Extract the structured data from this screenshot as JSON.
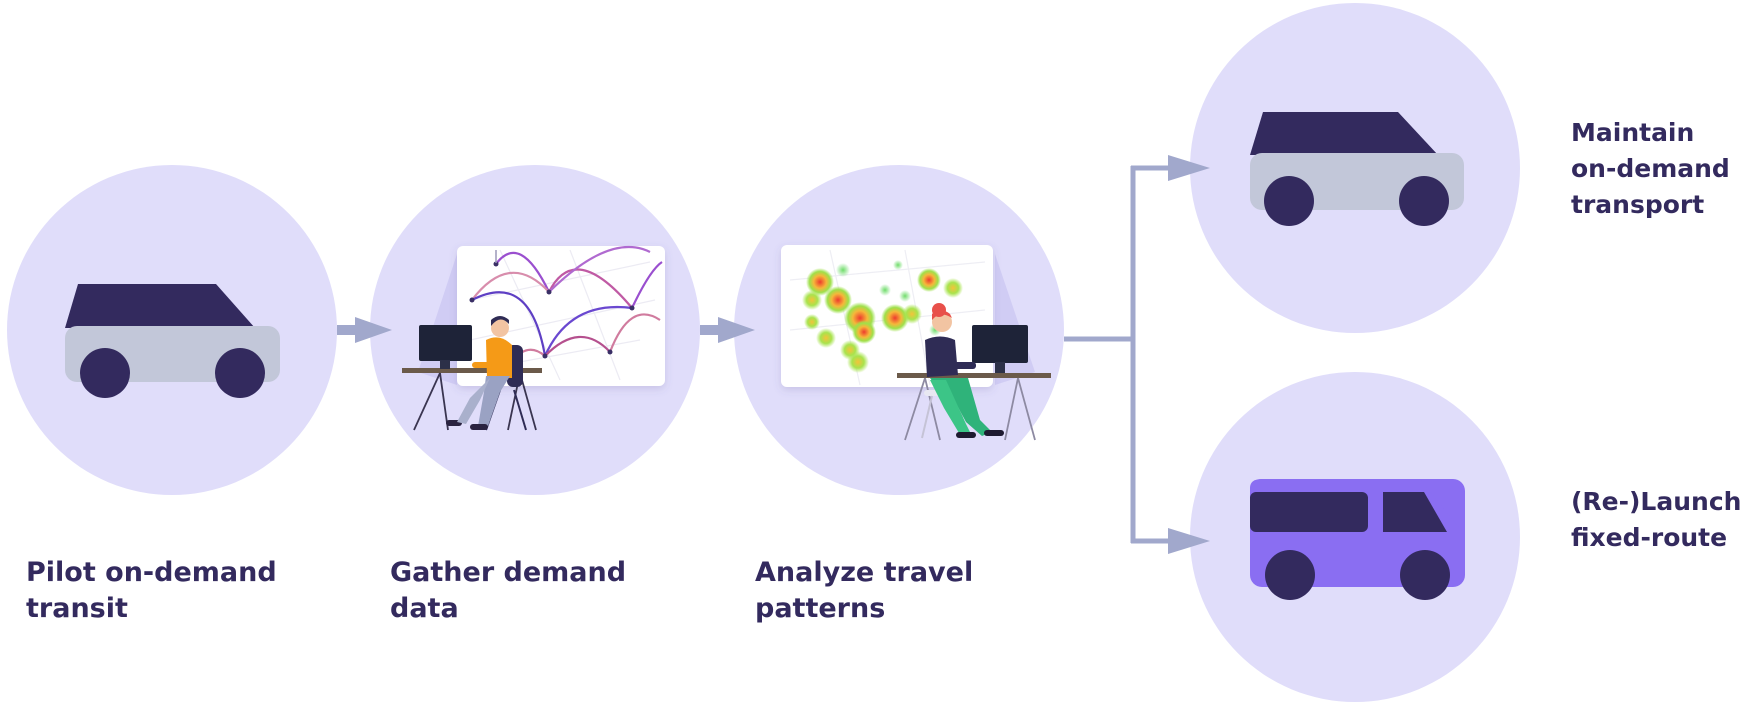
{
  "steps": [
    {
      "label": "Pilot on-demand\ntransit",
      "icon": "car-icon"
    },
    {
      "label": "Gather demand\ndata",
      "icon": "data-analyst-map-icon"
    },
    {
      "label": "Analyze travel\npatterns",
      "icon": "heatmap-analyst-icon"
    }
  ],
  "outcomes": [
    {
      "label": "Maintain\non-demand\ntransport",
      "icon": "car-icon"
    },
    {
      "label": "(Re-)Launch\nfixed-route",
      "icon": "van-icon"
    }
  ],
  "colors": {
    "circle_fill": "#e0ddfa",
    "arrow": "#a1a8cc",
    "text": "#332a5e",
    "vehicle_dark": "#332a5e",
    "vehicle_body": "#c2c7d9",
    "van_body": "#8a6ef2"
  }
}
